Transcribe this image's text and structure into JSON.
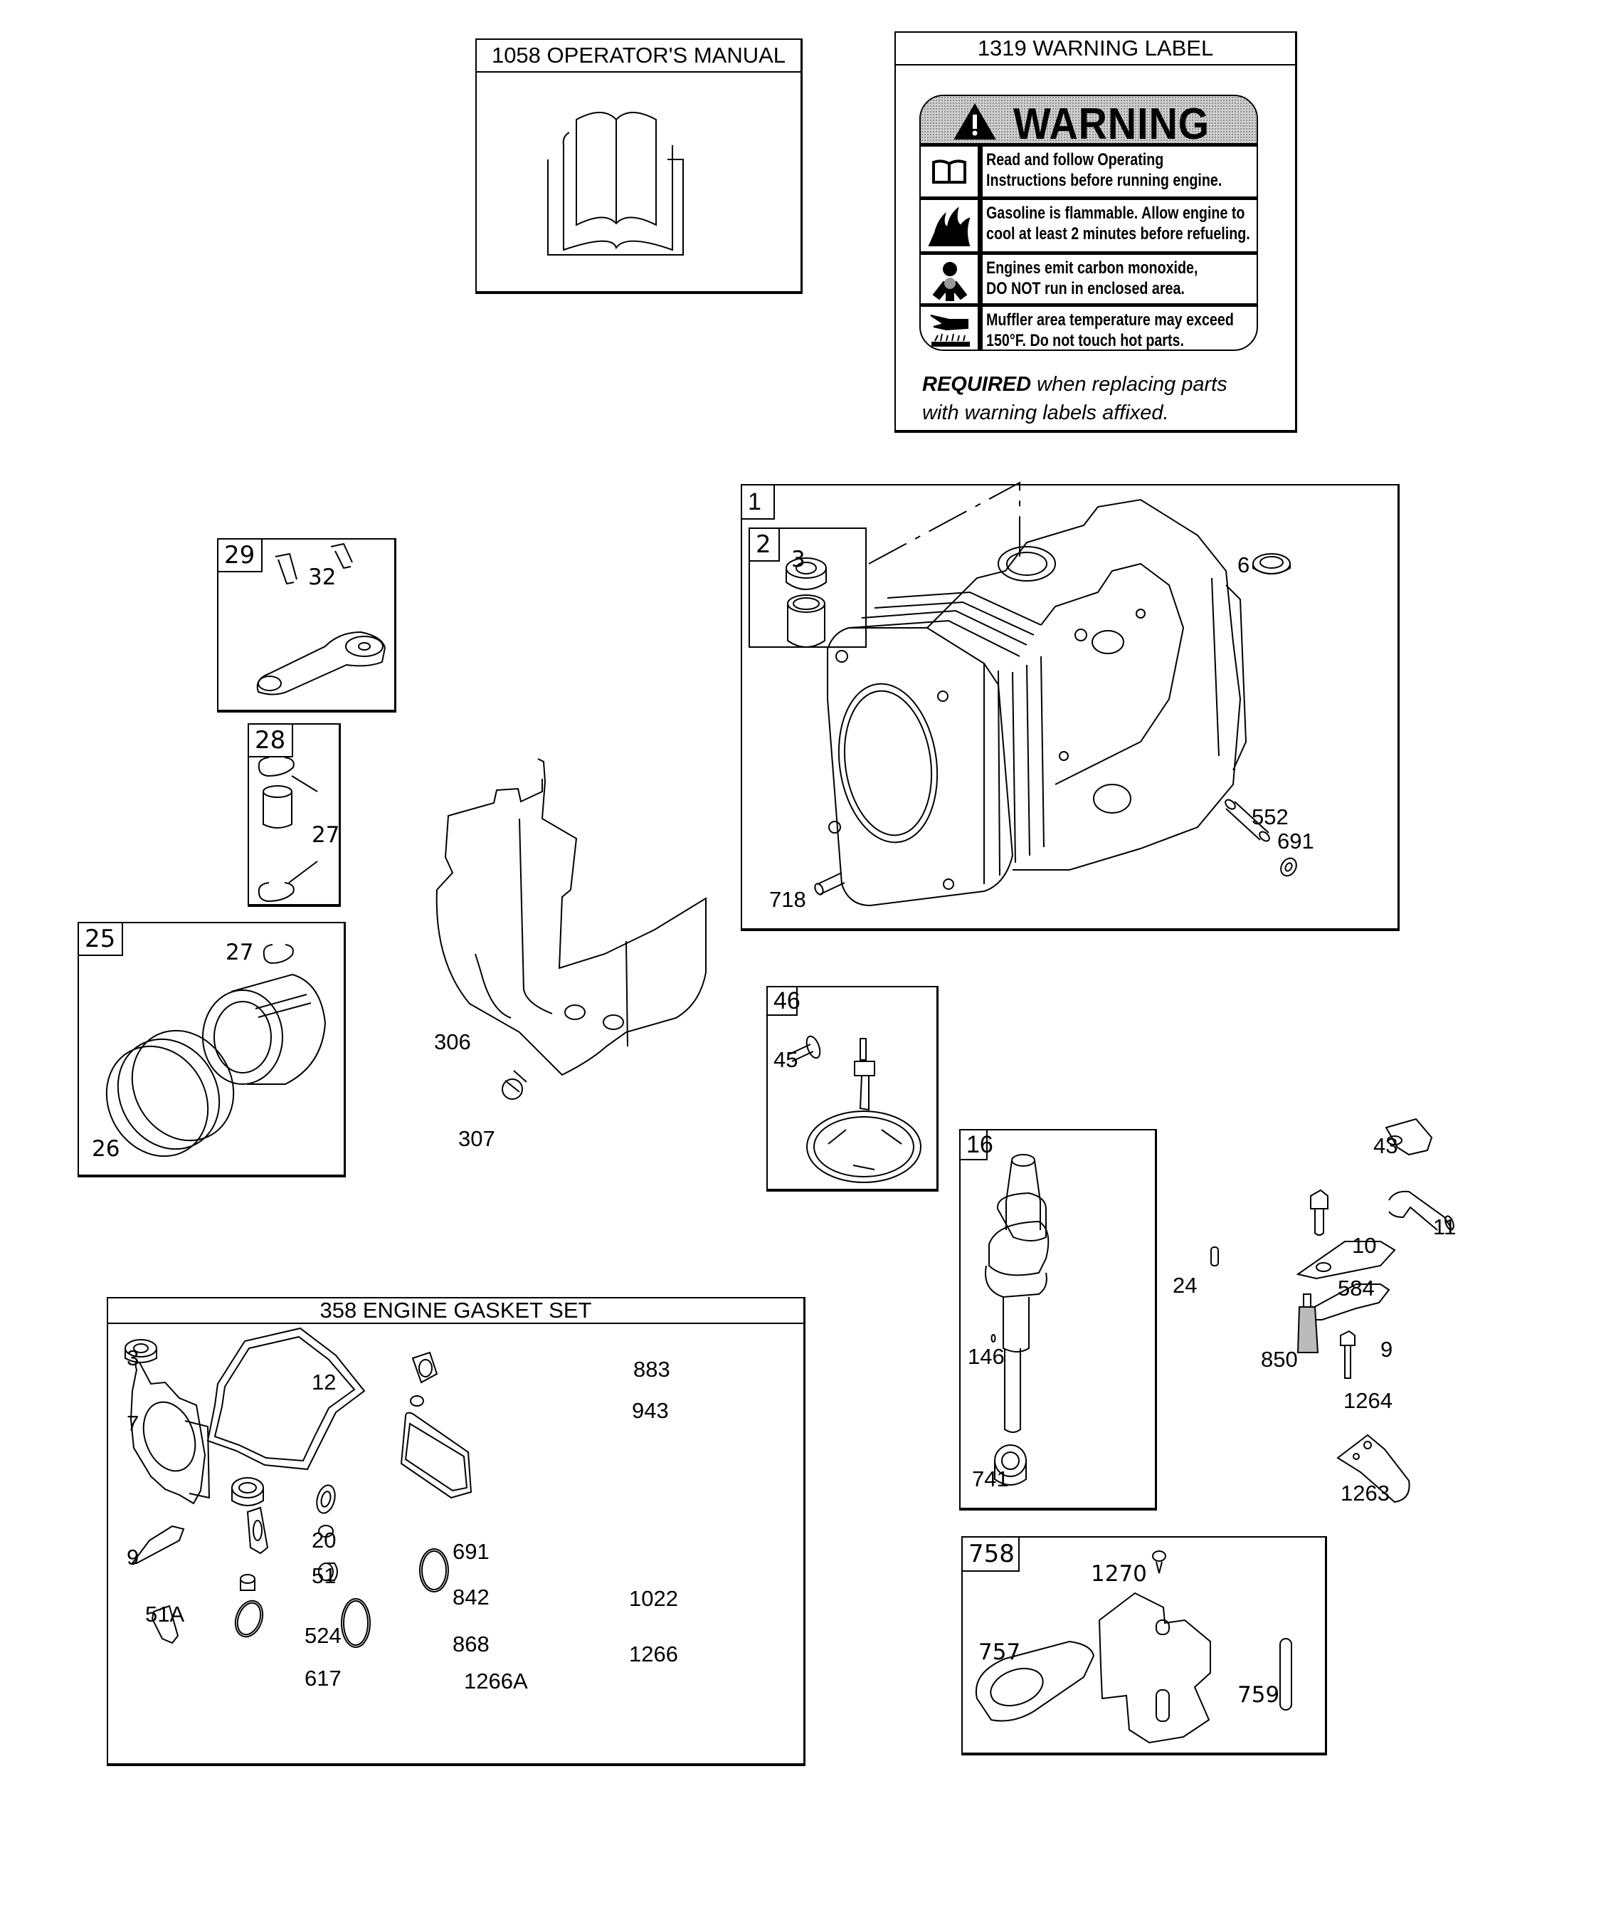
{
  "operators_manual": {
    "title": "1058 OPERATOR'S MANUAL",
    "icon": "open-book-icon"
  },
  "warning_label": {
    "title": "1319 WARNING LABEL",
    "heading": "WARNING",
    "heading_icon": "alert-triangle-icon",
    "rows": [
      {
        "icon": "book-icon",
        "line1": "Read and follow Operating",
        "line2": "Instructions before running engine."
      },
      {
        "icon": "flame-icon",
        "line1": "Gasoline is flammable. Allow engine to",
        "line2": "cool at least 2 minutes before refueling."
      },
      {
        "icon": "fumes-person-icon",
        "line1": "Engines emit carbon monoxide,",
        "line2": "DO NOT run in enclosed area."
      },
      {
        "icon": "hot-surface-hand-icon",
        "line1": "Muffler area temperature may exceed",
        "line2": "150°F.  Do not touch hot parts."
      }
    ],
    "required_bold": "REQUIRED",
    "required_rest_1": " when replacing parts",
    "required_line_2": "with warning labels affixed."
  },
  "assemblies": {
    "cylinder": {
      "tag": "1",
      "parts": [
        "6",
        "552",
        "691",
        "718"
      ]
    },
    "bushing": {
      "tag": "2",
      "parts": [
        "3"
      ]
    },
    "connecting_rod": {
      "tag": "29",
      "parts": [
        "32"
      ]
    },
    "piston_pin": {
      "tag": "28",
      "parts": [
        "27"
      ]
    },
    "piston": {
      "tag": "25",
      "parts": [
        "27",
        "26"
      ]
    },
    "camshaft": {
      "tag": "46",
      "parts": [
        "45"
      ]
    },
    "crankshaft": {
      "tag": "16",
      "parts": [
        "146",
        "741"
      ]
    },
    "gasket_set": {
      "title": "358 ENGINE GASKET SET",
      "parts": [
        "3",
        "7",
        "9",
        "51A",
        "12",
        "20",
        "51",
        "524",
        "617",
        "691",
        "842",
        "868",
        "1266A",
        "883",
        "943",
        "1022",
        "1266"
      ]
    },
    "oil_pump": {
      "tag": "758",
      "parts": [
        "1270",
        "757",
        "759"
      ]
    }
  },
  "loose_parts": [
    "306",
    "307",
    "24",
    "43",
    "10",
    "11",
    "584",
    "9",
    "850",
    "1264",
    "1263"
  ]
}
